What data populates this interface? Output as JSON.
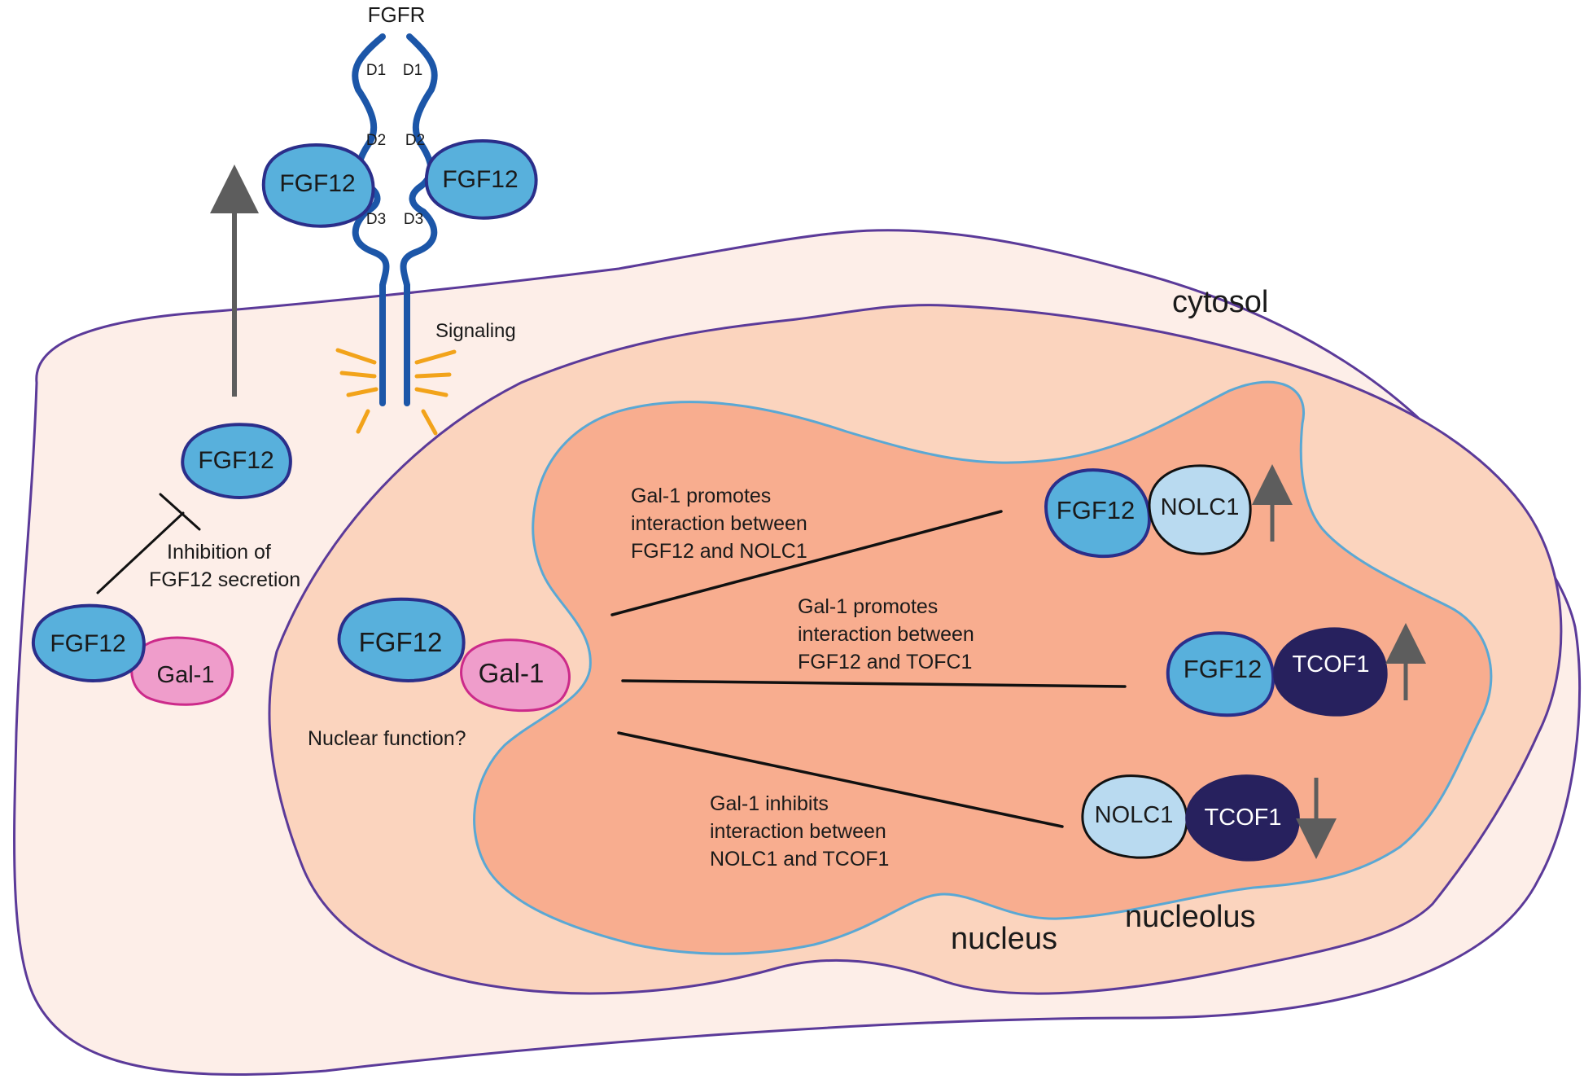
{
  "colors": {
    "cell_fill": "#fdeee8",
    "cell_stroke": "#5b3a99",
    "nucleus_fill": "#fbd4be",
    "nucleolus_fill": "#f8ad8f",
    "nucleolus_stroke": "#5aa8d4",
    "fgf12_fill": "#58b0dc",
    "protein_stroke": "#2b2e8a",
    "gal1_fill": "#ef9dcb",
    "gal1_stroke": "#cc2a8a",
    "nolc1_fill": "#b9daf0",
    "tcof1_fill": "#27215e",
    "receptor_stroke": "#1c56a8",
    "signal_color": "#f2a31a",
    "arrow_color": "#5d5d5d"
  },
  "receptor": {
    "name": "FGFR",
    "domains": {
      "d1": "D1",
      "d2": "D2",
      "d3": "D3"
    },
    "signal_label": "Signaling"
  },
  "compartments": {
    "cytosol": "cytosol",
    "nucleus": "nucleus",
    "nucleolus": "nucleolus"
  },
  "proteins": {
    "fgf12": "FGF12",
    "gal1": "Gal-1",
    "nolc1": "NOLC1",
    "tcof1": "TCOF1"
  },
  "annotations": {
    "inhibition": [
      "Inhibition of",
      "FGF12 secretion"
    ],
    "nuclear_function": "Nuclear function?",
    "promotes_nolc1": [
      "Gal-1 promotes",
      "interaction between",
      "FGF12 and NOLC1"
    ],
    "promotes_tcof1": [
      "Gal-1 promotes",
      "interaction between",
      "FGF12 and TOFC1"
    ],
    "inhibits_nolc1_tcof1": [
      "Gal-1 inhibits",
      "interaction between",
      "NOLC1 and TCOF1"
    ]
  }
}
